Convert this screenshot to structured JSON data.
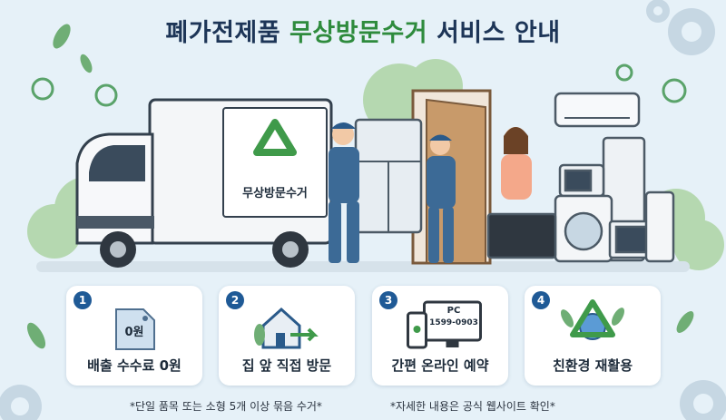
{
  "header": {
    "title_main": "폐가전제품",
    "title_accent": "무상방문수거",
    "title_rest": "서비스 안내"
  },
  "truck": {
    "panel_label": "무상방문수거"
  },
  "steps": [
    {
      "number": "1",
      "label": "배출 수수료 0원",
      "icon": "price-tag-icon",
      "icon_text": "0원"
    },
    {
      "number": "2",
      "label": "집 앞 직접 방문",
      "icon": "house-arrow-icon"
    },
    {
      "number": "3",
      "label": "간편 온라인 예약",
      "icon": "phone-computer-icon",
      "icon_text_top": "PC",
      "icon_text_bottom": "1599-0903"
    },
    {
      "number": "4",
      "label": "친환경 재활용",
      "icon": "recycle-globe-icon"
    }
  ],
  "footnotes": {
    "left": "*단일 품목 또는 소형 5개 이상 묶음 수거*",
    "right": "*자세한 내용은 공식 웹사이트 확인*"
  },
  "colors": {
    "background": "#e6f1f8",
    "title": "#1d3557",
    "accent": "#2e8b3d",
    "badge": "#1f5a96"
  }
}
